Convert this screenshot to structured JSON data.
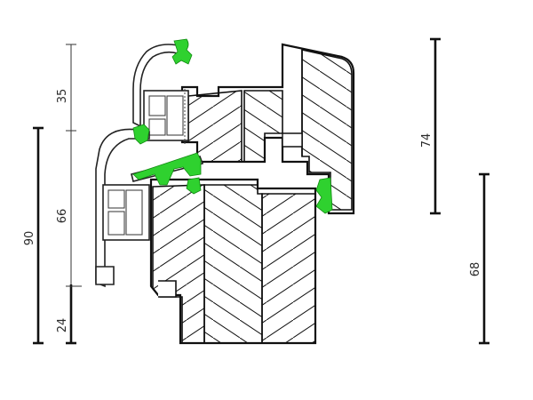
{
  "dimensions": {
    "sash_top": "35",
    "sash_bottom": "66",
    "frame_total": "90",
    "base": "24",
    "upper_right": "74",
    "lower_right": "68"
  },
  "colors": {
    "seal": "#2fd12f",
    "line": "#111111"
  }
}
